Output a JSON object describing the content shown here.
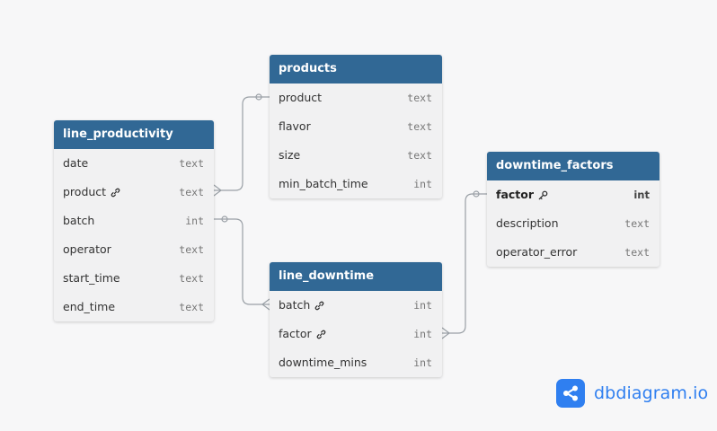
{
  "tables": {
    "line_productivity": {
      "name": "line_productivity",
      "fields": [
        {
          "name": "date",
          "type": "text"
        },
        {
          "name": "product",
          "type": "text",
          "icon": "link-icon"
        },
        {
          "name": "batch",
          "type": "int"
        },
        {
          "name": "operator",
          "type": "text"
        },
        {
          "name": "start_time",
          "type": "text"
        },
        {
          "name": "end_time",
          "type": "text"
        }
      ]
    },
    "products": {
      "name": "products",
      "fields": [
        {
          "name": "product",
          "type": "text"
        },
        {
          "name": "flavor",
          "type": "text"
        },
        {
          "name": "size",
          "type": "text"
        },
        {
          "name": "min_batch_time",
          "type": "int"
        }
      ]
    },
    "line_downtime": {
      "name": "line_downtime",
      "fields": [
        {
          "name": "batch",
          "type": "int",
          "icon": "link-icon"
        },
        {
          "name": "factor",
          "type": "int",
          "icon": "link-icon"
        },
        {
          "name": "downtime_mins",
          "type": "int"
        }
      ]
    },
    "downtime_factors": {
      "name": "downtime_factors",
      "fields": [
        {
          "name": "factor",
          "type": "int",
          "icon": "key-icon",
          "primary_key": true
        },
        {
          "name": "description",
          "type": "text"
        },
        {
          "name": "operator_error",
          "type": "text"
        }
      ]
    }
  },
  "relationships": [
    {
      "from": "line_productivity.product",
      "to": "products.product",
      "cardinality": "many-to-one"
    },
    {
      "from": "line_productivity.batch",
      "to": "line_downtime.batch",
      "cardinality": "one-to-many"
    },
    {
      "from": "line_downtime.factor",
      "to": "downtime_factors.factor",
      "cardinality": "many-to-one"
    }
  ],
  "brand": {
    "name": "dbdiagram.io",
    "color": "#2f7ff0"
  },
  "colors": {
    "header": "#316895",
    "table_bg": "#f1f1f2",
    "edge": "#9aa0a6",
    "background": "#f7f7f8"
  }
}
